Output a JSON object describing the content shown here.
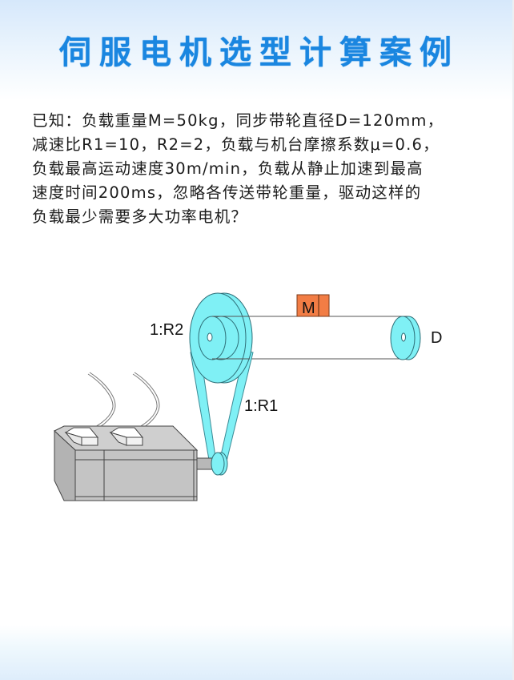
{
  "title": "伺服电机选型计算案例",
  "problem": {
    "lines": [
      "已知：负载重量M=50kg，同步带轮直径D=120mm，",
      "减速比R1=10，R2=2，负载与机台摩擦系数μ=0.6，",
      "负载最高运动速度30m/min，负载从静止加速到最高",
      "速度时间200ms，忽略各传送带轮重量，驱动这样的",
      "负载最少需要多大功率电机？"
    ]
  },
  "diagram": {
    "labels": {
      "load": "M",
      "pulley_diameter": "D",
      "ratio_r2": "1:R2",
      "ratio_r1": "1:R1"
    },
    "colors": {
      "pulley": "#7ff0f5",
      "load": "#f27d45",
      "motor": "#c3c3c3",
      "title": "#1a86e0"
    }
  }
}
